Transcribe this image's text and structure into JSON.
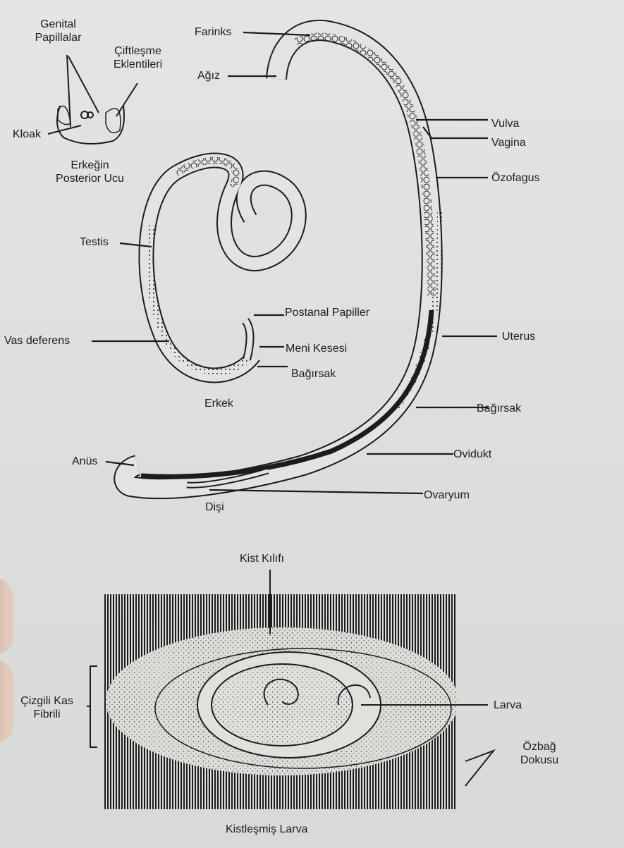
{
  "figure": {
    "male_posterior": {
      "caption_line1": "Erkeğin",
      "caption_line2": "Posterior Ucu",
      "labels": {
        "genital_papillae_1": "Genital",
        "genital_papillae_2": "Papillalar",
        "copulatory_1": "Çiftleşme",
        "copulatory_2": "Eklentileri",
        "cloaca": "Kloak"
      }
    },
    "male": {
      "caption": "Erkek",
      "labels": {
        "testis": "Testis",
        "vas_deferens": "Vas deferens",
        "postanal_papillae": "Postanal Papiller",
        "seminal_vesicle": "Meni Kesesi",
        "intestine": "Bağırsak"
      }
    },
    "female": {
      "caption": "Dişi",
      "labels": {
        "pharynx": "Farinks",
        "mouth": "Ağız",
        "vulva": "Vulva",
        "vagina": "Vagina",
        "esophagus": "Özofagus",
        "uterus": "Uterus",
        "intestine": "Bağırsak",
        "oviduct": "Ovidukt",
        "ovary": "Ovaryum",
        "anus": "Anüs"
      }
    },
    "cyst": {
      "caption": "Kistleşmiş Larva",
      "labels": {
        "cyst_wall": "Kist Kılıfı",
        "muscle_1": "Çizgili Kas",
        "muscle_2": "Fibrili",
        "larva": "Larva",
        "connective_1": "Özbağ",
        "connective_2": "Dokusu"
      }
    }
  }
}
